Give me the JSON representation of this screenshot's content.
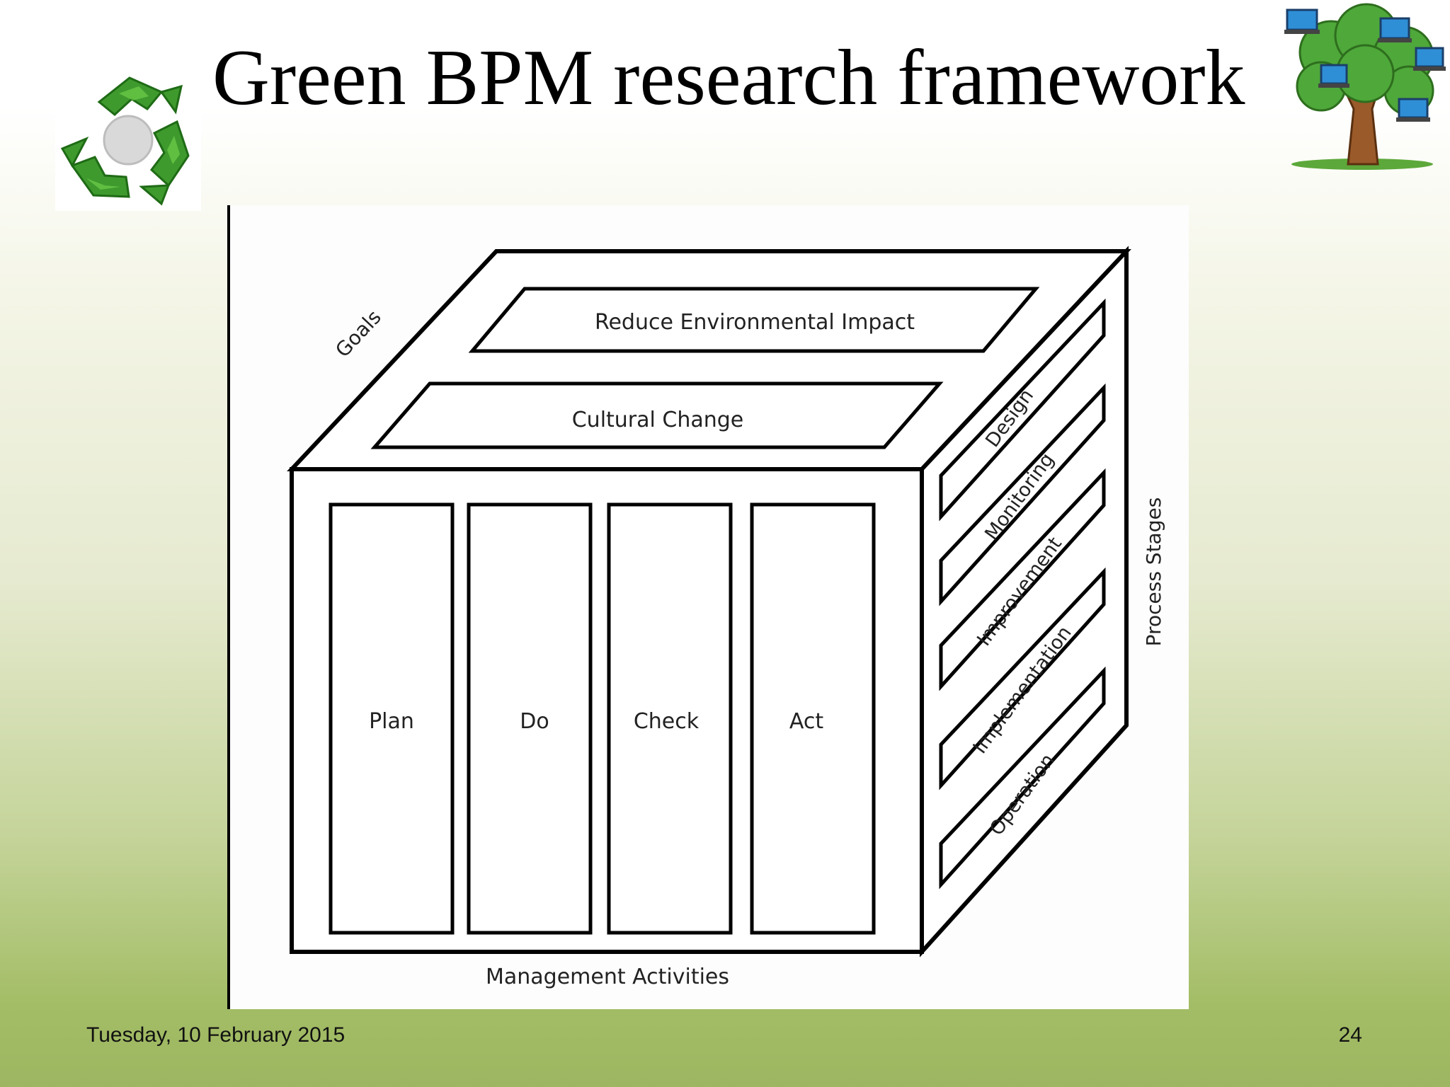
{
  "slide": {
    "title": "Green BPM research framework",
    "date": "Tuesday, 10 February 2015",
    "page_number": "24"
  },
  "logos": {
    "left": "recycle-icon",
    "right": "tree-with-laptops-icon"
  },
  "diagram": {
    "top_face": {
      "axis_label": "Goals",
      "goals": [
        "Reduce Environmental Impact",
        "Cultural Change"
      ]
    },
    "front_face": {
      "axis_label": "Management Activities",
      "activities": [
        "Plan",
        "Do",
        "Check",
        "Act"
      ]
    },
    "side_face": {
      "axis_label": "Process Stages",
      "stages": [
        "Design",
        "Monitoring",
        "Improvement",
        "Implementation",
        "Operation"
      ]
    }
  }
}
